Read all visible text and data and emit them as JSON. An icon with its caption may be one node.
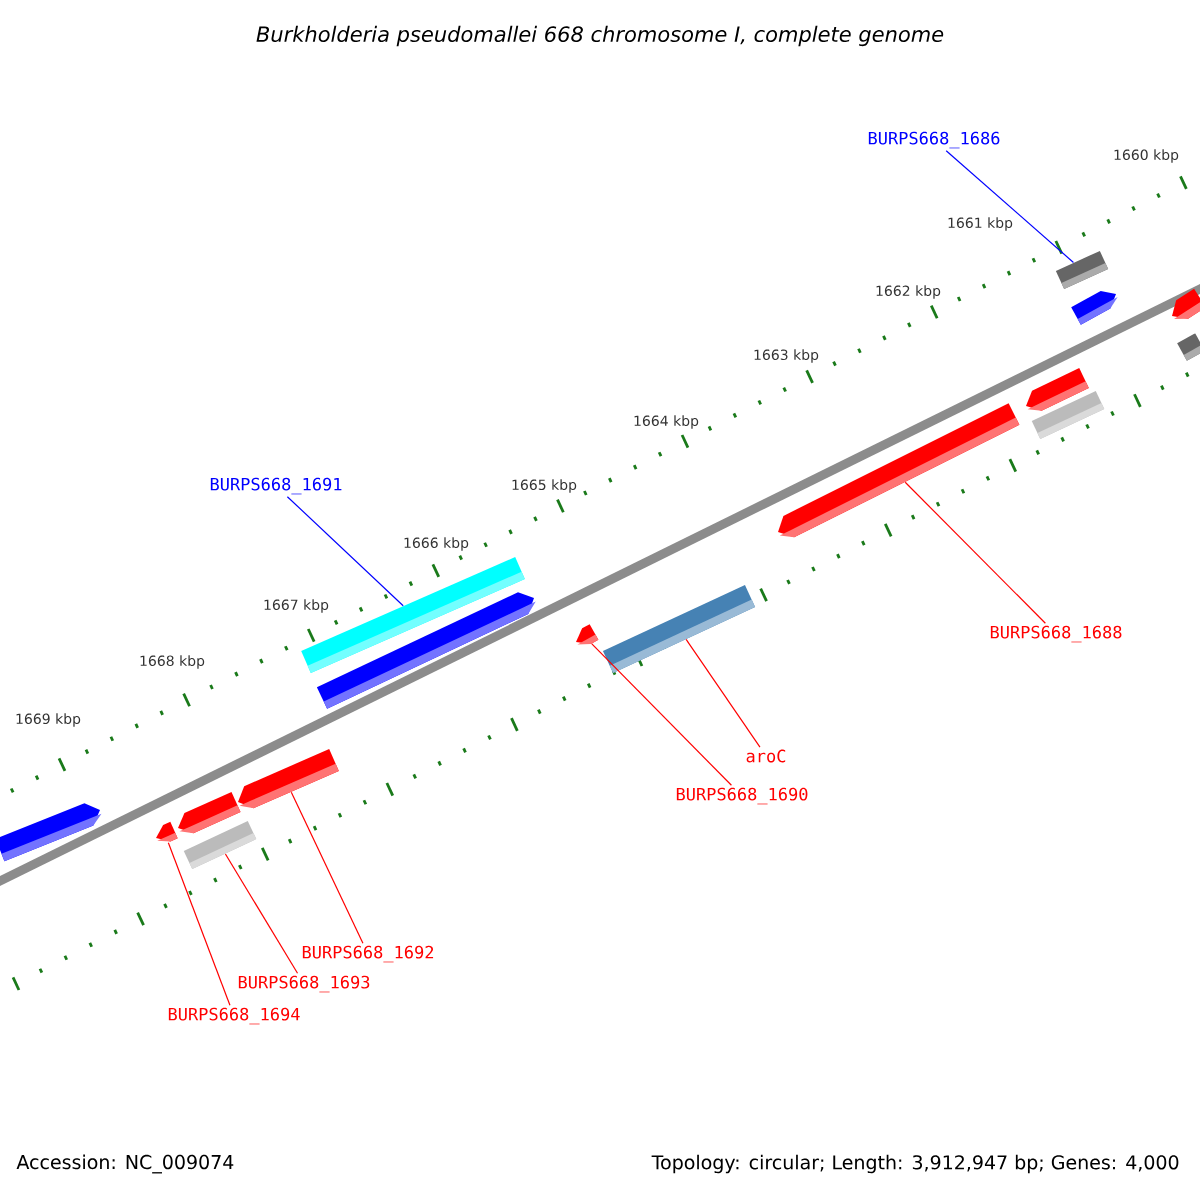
{
  "diagram": {
    "title": "Burkholderia pseudomallei 668 chromosome I, complete genome",
    "nodes": [
      {
        "text": [
          "BURPS668_1686"
        ]
      },
      {
        "text": [],
        "shape": "bar"
      },
      {
        "text": [
          "BURPS668_1691"
        ]
      },
      {
        "text": [],
        "shape": "bar"
      },
      {
        "text": [],
        "shape": "bar"
      },
      {
        "text": [
          "BURPS668_1688"
        ]
      },
      {
        "text": [],
        "shape": "bar"
      },
      {
        "text": [],
        "shape": "bar"
      },
      {
        "text": [
          "aroC"
        ]
      },
      {
        "text": [
          "BURPS668_1690"
        ]
      },
      {
        "text": [],
        "shape": "bar"
      },
      {
        "text": [],
        "shape": "bar"
      },
      {
        "text": [],
        "shape": "bar"
      },
      {
        "text": [
          "BURPS668_1692"
        ]
      },
      {
        "text": [
          "BURPS668_1693"
        ]
      },
      {
        "text": [
          "BURPS668_1694"
        ]
      },
      {
        "text": [],
        "shape": "bar"
      },
      {
        "text": [],
        "shape": "bar"
      },
      {
        "text": [],
        "shape": "bar"
      },
      {
        "text": [],
        "shape": "bar"
      },
      {
        "text": [],
        "shape": "bar"
      },
      {
        "text": [],
        "shape": "bar"
      },
      {
        "text": [],
        "shape": "bar"
      },
      {
        "text": [],
        "shape": "bar"
      }
    ],
    "edges": [
      {
        "from": 0,
        "to": 1,
        "arrow": "none",
        "color": "#0000ff"
      },
      {
        "from": 2,
        "to": 3,
        "arrow": "none",
        "color": "#0000ff"
      },
      {
        "from": 5,
        "to": 4,
        "arrow": "none"
      },
      {
        "from": 8,
        "to": 7,
        "arrow": "none"
      },
      {
        "from": 9,
        "to": 6,
        "arrow": "none"
      },
      {
        "from": 13,
        "to": 10,
        "arrow": "none"
      },
      {
        "from": 14,
        "to": 11,
        "arrow": "none"
      },
      {
        "from": 15,
        "to": 12,
        "arrow": "none"
      }
    ],
    "labels": [
      "1660 kbp",
      "1661 kbp",
      "1662 kbp",
      "1663 kbp",
      "1664 kbp",
      "1665 kbp",
      "1666 kbp",
      "1667 kbp",
      "1668 kbp",
      "1669 kbp",
      "Accession: NC_009074",
      "Topology: circular; Length: 3,912,947 bp; Genes: 4,000"
    ]
  }
}
